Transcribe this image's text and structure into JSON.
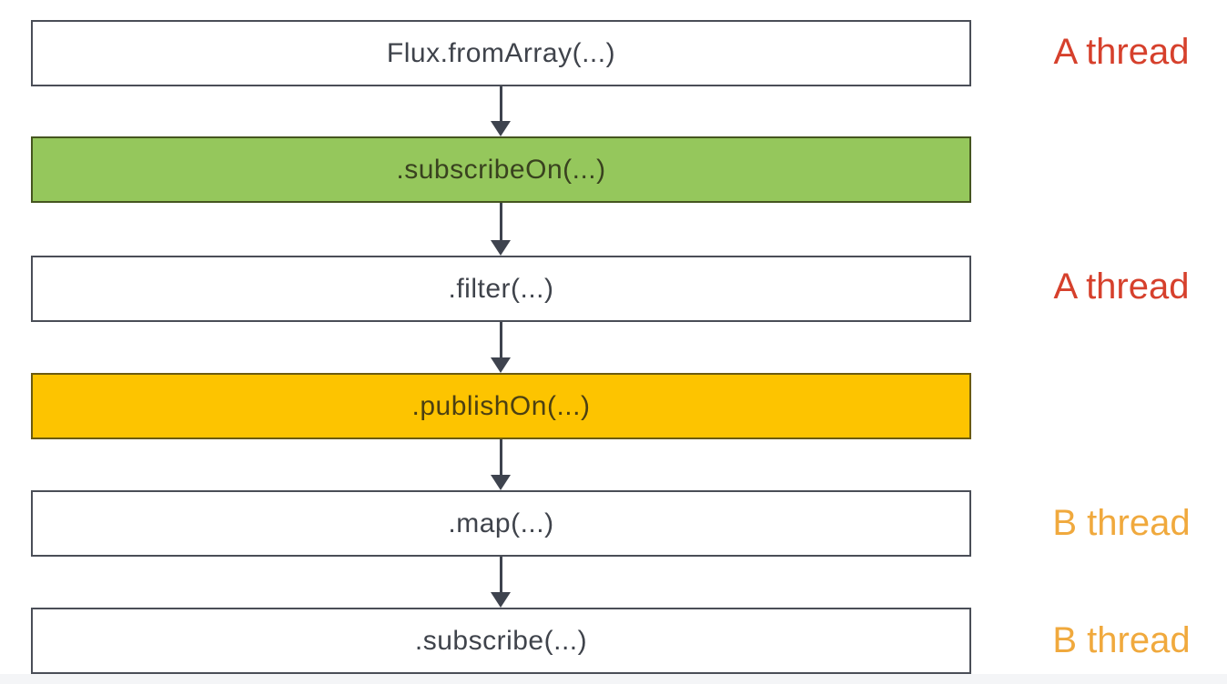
{
  "diagram": {
    "nodes": [
      {
        "label": "Flux.fromArray(...)",
        "variant": "plain"
      },
      {
        "label": ".subscribeOn(...)",
        "variant": "green"
      },
      {
        "label": ".filter(...)",
        "variant": "plain"
      },
      {
        "label": ".publishOn(...)",
        "variant": "yellow"
      },
      {
        "label": ".map(...)",
        "variant": "plain"
      },
      {
        "label": ".subscribe(...)",
        "variant": "plain"
      }
    ],
    "thread_labels": [
      {
        "text": "A thread",
        "thread": "A",
        "attached_to_node": "Flux.fromArray(...)"
      },
      {
        "text": "A thread",
        "thread": "A",
        "attached_to_node": ".filter(...)"
      },
      {
        "text": "B thread",
        "thread": "B",
        "attached_to_node": ".map(...)"
      },
      {
        "text": "B thread",
        "thread": "B",
        "attached_to_node": ".subscribe(...)"
      }
    ],
    "colors": {
      "subscribe_on_fill": "#95c75c",
      "publish_on_fill": "#fdc400",
      "box_border": "#4a4e57",
      "box_text": "#3f434b",
      "arrow": "#3e434e",
      "a_thread_text": "#d6402c",
      "b_thread_text": "#f0a93d",
      "background": "#ffffff"
    }
  }
}
